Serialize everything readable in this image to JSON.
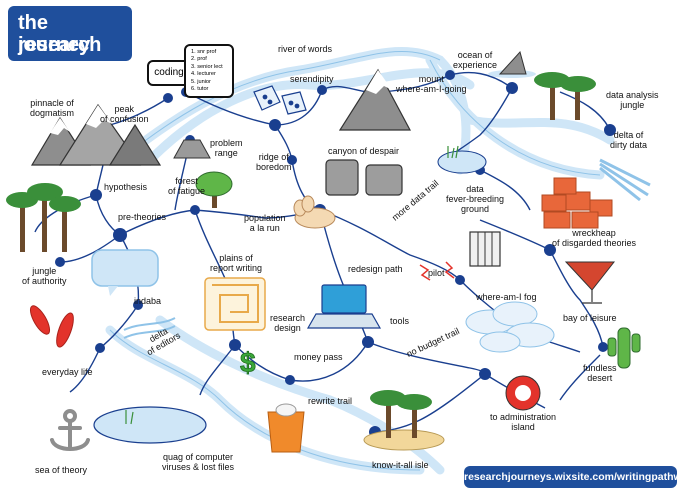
{
  "title": [
    "the research",
    "journey"
  ],
  "url": "researchjourneys.wixsite.com/writingpathways",
  "coding": {
    "label": "coding",
    "ranks": [
      "1. snr prof",
      "2. prof",
      "3. senior lect",
      "4. lecturer",
      "5. junior",
      "6. tutor"
    ]
  },
  "places": {
    "river_of_words": "river of words",
    "serendipity": "serendipity",
    "mount_where_am_i": "mount\nwhere-am-I-going",
    "ocean_of_experience": "ocean of\nexperience",
    "data_analysis_jungle": "data analysis\njungle",
    "pinnacle_of_dogmatism": "pinnacle of\ndogmatism",
    "peak_of_confusion": "peak\nof confusion",
    "problem_range": "problem\nrange",
    "ridge_of_boredom": "ridge of\nboredom",
    "canyon_of_despair": "canyon of despair",
    "delta_of_dirty_data": "delta of\ndirty data",
    "hypothesis": "hypothesis",
    "forest_of_fatigue": "forest\nof fatigue",
    "data_fever_breeding_ground": "data\nfever-breeding\nground",
    "more_data_trail": "more data trail",
    "pre_theories": "pre-theories",
    "population_a_la_run": "population\na la run",
    "wreckheap": "wreckheap\nof disgarded theories",
    "jungle_of_authority": "jungle\nof authority",
    "plains_of_report_writing": "plains of\nreport writing",
    "redesign_path": "redesign path",
    "pilot": "pilot",
    "where_am_i_fog": "where-am-I fog",
    "indaba": "indaba",
    "research_design": "research\ndesign",
    "tools": "tools",
    "bay_of_leisure": "bay of leisure",
    "delta_of_editors": "delta\nof editors",
    "no_budget_trail": "no budget trail",
    "everyday_life": "everyday life",
    "money_pass": "money pass",
    "fundless_desert": "fundless\ndesert",
    "rewrite_trail": "rewrite trail",
    "to_administration_island": "to administration\nisland",
    "sea_of_theory": "sea of theory",
    "quag": "quag of computer\nviruses & lost files",
    "know_it_all_isle": "know-it-all isle"
  },
  "colors": {
    "brand_blue": "#1f4f9c",
    "node_blue": "#1a3f8f",
    "water": "#cfe6f7",
    "water_edge": "#8fc3e8",
    "palm_green": "#3a8f3a",
    "rock_grey": "#8e8e8e",
    "brick": "#e8673a",
    "cactus": "#5fb648",
    "lifebuoy_red": "#e3332b"
  }
}
